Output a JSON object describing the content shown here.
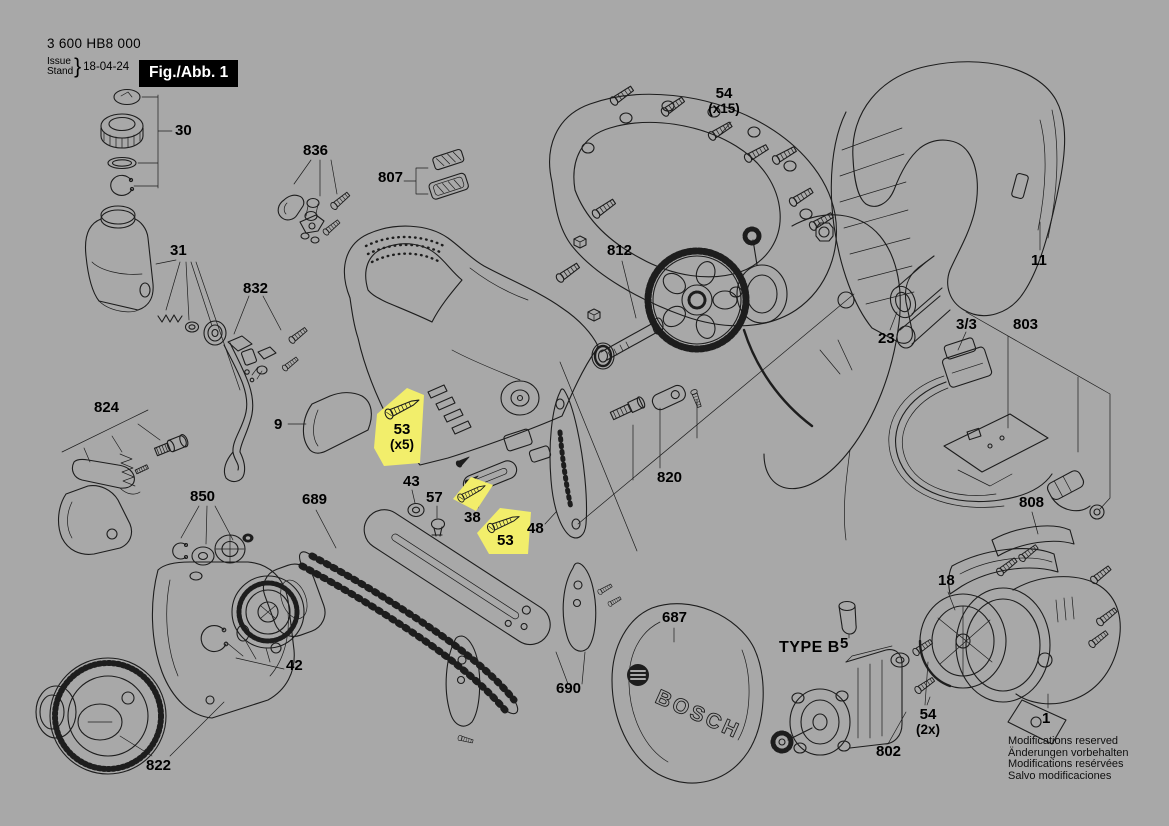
{
  "header": {
    "model_number": "3 600 HB8 000",
    "issue_label_line1": "Issue",
    "issue_label_line2": "Stand",
    "issue_brace": "}",
    "issue_date": "18-04-24",
    "figure_label": "Fig./Abb. 1"
  },
  "branding": {
    "logo_text": "BOSCH",
    "type_label": "TYPE B"
  },
  "colors": {
    "background": "#a8a8a8",
    "line": "#1d1d1d",
    "highlight": "#f2ee6b",
    "figure_box_background": "#000000",
    "figure_box_text": "#ffffff"
  },
  "callouts": {
    "c30": {
      "label": "30"
    },
    "c31": {
      "label": "31"
    },
    "c836": {
      "label": "836"
    },
    "c807": {
      "label": "807"
    },
    "c54x15": {
      "label": "54",
      "qty": "(x15)"
    },
    "c812": {
      "label": "812"
    },
    "c11": {
      "label": "11"
    },
    "c23": {
      "label": "23"
    },
    "c3_3": {
      "label": "3/3"
    },
    "c803": {
      "label": "803"
    },
    "c808": {
      "label": "808"
    },
    "c832": {
      "label": "832"
    },
    "c824": {
      "label": "824"
    },
    "c9": {
      "label": "9"
    },
    "c53x5": {
      "label": "53",
      "qty": "(x5)"
    },
    "c43": {
      "label": "43"
    },
    "c57": {
      "label": "57"
    },
    "c38": {
      "label": "38"
    },
    "c53": {
      "label": "53"
    },
    "c48": {
      "label": "48"
    },
    "c820": {
      "label": "820"
    },
    "c850": {
      "label": "850"
    },
    "c689": {
      "label": "689"
    },
    "c42": {
      "label": "42"
    },
    "c822": {
      "label": "822"
    },
    "c690": {
      "label": "690"
    },
    "c687": {
      "label": "687"
    },
    "c18": {
      "label": "18"
    },
    "c5": {
      "label": "5"
    },
    "c54x2": {
      "label": "54",
      "qty": "(2x)"
    },
    "c802": {
      "label": "802"
    },
    "c1": {
      "label": "1"
    }
  },
  "footer": {
    "lines": [
      "Modifications reserved",
      "Änderungen vorbehalten",
      "Modifications resérvées",
      "Salvo modificaciones"
    ]
  }
}
